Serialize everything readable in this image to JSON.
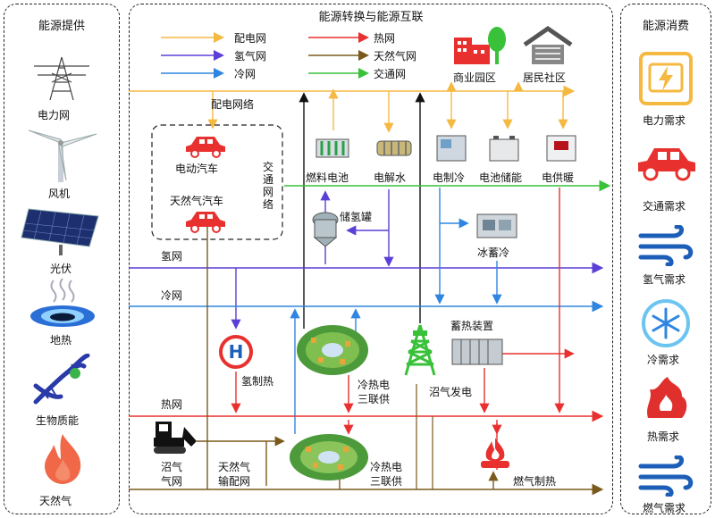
{
  "supply": {
    "title": "能源提供",
    "items": [
      {
        "label": "电力网",
        "icon": "power-tower-icon"
      },
      {
        "label": "风机",
        "icon": "wind-turbine-icon"
      },
      {
        "label": "光伏",
        "icon": "solar-panel-icon"
      },
      {
        "label": "地热",
        "icon": "geothermal-icon"
      },
      {
        "label": "生物质能",
        "icon": "dna-biomass-icon"
      },
      {
        "label": "天然气",
        "icon": "flame-icon"
      }
    ]
  },
  "center": {
    "title": "能源转换与能源互联",
    "legend": [
      {
        "label": "配电网",
        "color": "#f5b942"
      },
      {
        "label": "热网",
        "color": "#e8312f"
      },
      {
        "label": "氢气网",
        "color": "#5b3fd6"
      },
      {
        "label": "天然气网",
        "color": "#7a5a1c"
      },
      {
        "label": "冷网",
        "color": "#2f86e0"
      },
      {
        "label": "交通网",
        "color": "#39c13a"
      }
    ],
    "buildings": {
      "park": "商业园区",
      "community": "居民社区"
    },
    "grid_label": "配电网络",
    "transport": {
      "ev": "电动汽车",
      "gas_car": "天然气汽车",
      "net": "交通网络"
    },
    "devices": {
      "fuel_cell": "燃料电池",
      "electrolysis": "电解水",
      "e_cooling": "电制冷",
      "battery": "电池储能",
      "e_heating": "电供暖",
      "h2_tank": "储氢罐",
      "ice_storage": "冰蓄冷"
    },
    "nets": {
      "h2": "氢网",
      "cold": "冷网",
      "heat": "热网"
    },
    "lower": {
      "h2_heat": "氢制热",
      "cchp1_a": "冷热电",
      "cchp1_b": "三联供",
      "biogas_device": "蓄热装置",
      "biogas_power": "沼气发电",
      "biogas_net_a": "沼气",
      "biogas_net_b": "气网",
      "gas_dist_a": "天然气",
      "gas_dist_b": "输配网",
      "cchp2_a": "冷热电",
      "cchp2_b": "三联供",
      "gas_heat": "燃气制热"
    }
  },
  "demand": {
    "title": "能源消费",
    "items": [
      {
        "label": "电力需求",
        "icon": "electricity-demand-icon"
      },
      {
        "label": "交通需求",
        "icon": "car-icon"
      },
      {
        "label": "氢气需求",
        "icon": "wind-lines-icon"
      },
      {
        "label": "冷需求",
        "icon": "snowflake-icon"
      },
      {
        "label": "热需求",
        "icon": "heat-icon"
      },
      {
        "label": "燃气需求",
        "icon": "gas-lines-icon"
      }
    ]
  },
  "colors": {
    "power": "#f5b942",
    "heat": "#e8312f",
    "h2": "#5b3fd6",
    "gas": "#7a5a1c",
    "cold": "#2f86e0",
    "traffic": "#39c13a"
  }
}
